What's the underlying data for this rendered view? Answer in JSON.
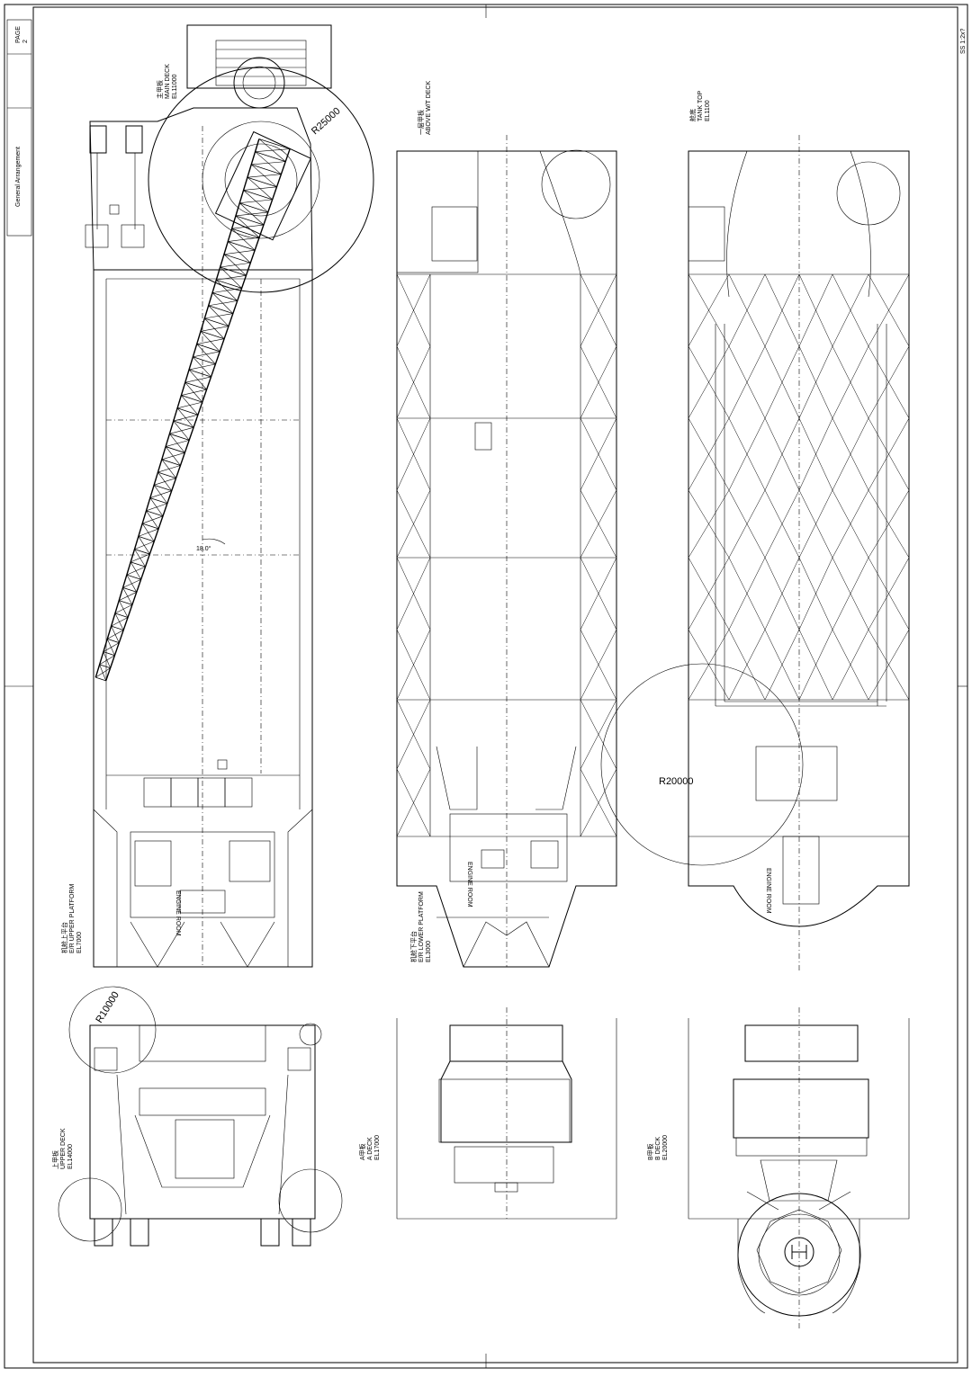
{
  "sheet": {
    "border_text_left_1": "PAGE",
    "border_text_left_2": "2",
    "border_text_left_3": "General Arrangement",
    "border_text_right": "SS 1:2x?"
  },
  "views": {
    "upper_platform": {
      "title_cn": "机舱上平台",
      "title_en": "E/R UPPER PLATFORM",
      "elevation": "EL7000"
    },
    "lower_platform": {
      "title_cn": "机舱下平台",
      "title_en": "E/R LOWER PLATFORM",
      "elevation": "EL3000"
    },
    "tank_top": {
      "title_cn": "舱底",
      "title_en": "TANK TOP",
      "elevation": "EL1100"
    },
    "main_deck": {
      "title_cn": "主甲板",
      "title_en": "MAIN DECK",
      "elevation": "EL11000"
    },
    "above_water_deck": {
      "title_cn": "一层甲板",
      "title_en": "ABOVE W/T DECK"
    },
    "upper_deck": {
      "title_cn": "上甲板",
      "title_en": "UPPER DECK",
      "elevation": "EL14000"
    },
    "a_deck": {
      "title_cn": "A甲板",
      "title_en": "A DECK",
      "elevation": "EL17000"
    },
    "b_deck": {
      "title_cn": "B甲板",
      "title_en": "B DECK",
      "elevation": "EL20000"
    }
  },
  "labels": {
    "engine_room_1": "ENGINE ROOM",
    "engine_room_2": "ENGINE ROOM",
    "engine_room_3": "ENGINE ROOM",
    "radius_crane": "R25000",
    "radius_tank_top": "R20000",
    "radius_upper_deck": "R10000",
    "angle_boom": "18.0°"
  }
}
